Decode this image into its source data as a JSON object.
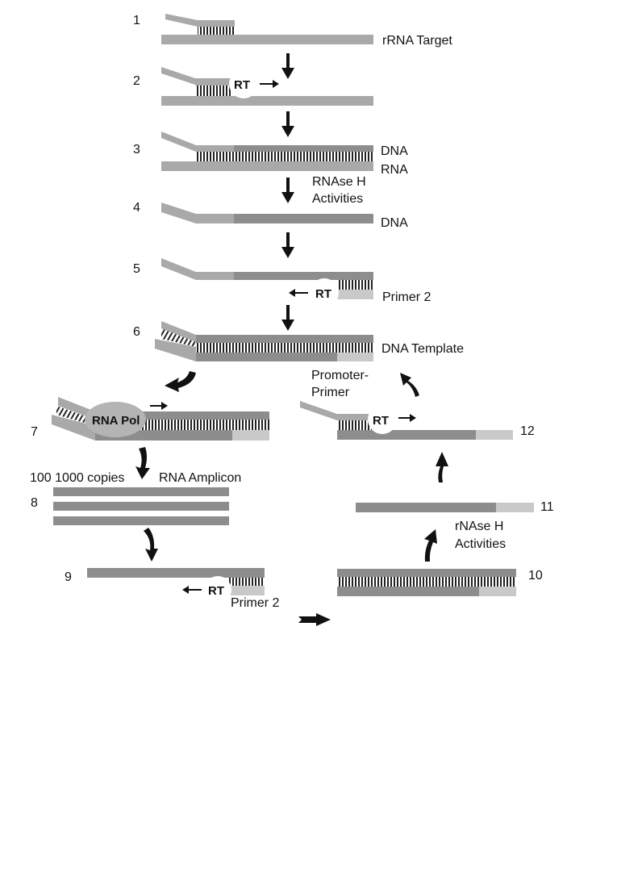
{
  "colors": {
    "strand_rna": "#a9a9a9",
    "strand_dna": "#8d8d8d",
    "primer2": "#c9c9c9",
    "hatch": "#222222",
    "arrow": "#111111",
    "enzyme": "#ffffff",
    "rna_pol": "#b4b4b4",
    "text": "#111111"
  },
  "steps": [
    "1",
    "2",
    "3",
    "4",
    "5",
    "6",
    "7",
    "8",
    "9",
    "10",
    "11",
    "12"
  ],
  "labels": {
    "rrna_target": "rRNA Target",
    "dna_3": "DNA",
    "rna_3": "RNA",
    "rnase_h_line1": "RNAse H",
    "rnase_h_line2": "Activities",
    "dna_4": "DNA",
    "primer2_5": "Primer 2",
    "dna_template": "DNA Template",
    "promoter_line1": "Promoter-",
    "promoter_line2": "Primer",
    "copies": "100 1000 copies",
    "rna_amplicon": "RNA Amplicon",
    "rnase_h_lower_line1": "rNAse H",
    "rnase_h_lower_line2": "Activities",
    "primer2_9": "Primer 2"
  },
  "enzymes": {
    "rt": "RT",
    "rna_pol": "RNA Pol"
  }
}
